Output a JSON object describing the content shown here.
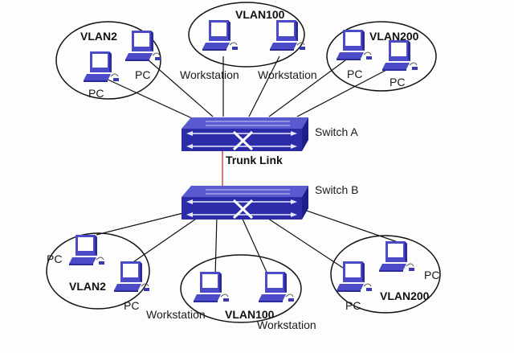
{
  "colors": {
    "device_blue": "#4b4bc8",
    "device_dark": "#2a2a9a",
    "screen": "#ffffff",
    "switch_top": "#5a5ad0",
    "switch_front": "#2c2ca8",
    "trunk_line": "#c0504d",
    "line": "#111111"
  },
  "switches": [
    {
      "id": "A",
      "label": "Switch A"
    },
    {
      "id": "B",
      "label": "Switch B"
    }
  ],
  "trunk": {
    "label": "Trunk Link"
  },
  "top_groups": [
    {
      "vlan": "VLAN2",
      "devices": [
        "PC",
        "PC"
      ]
    },
    {
      "vlan": "VLAN100",
      "devices": [
        "Workstation",
        "Workstation"
      ]
    },
    {
      "vlan": "VLAN200",
      "devices": [
        "PC",
        "PC"
      ]
    }
  ],
  "bottom_groups": [
    {
      "vlan": "VLAN2",
      "devices": [
        "PC",
        "PC"
      ]
    },
    {
      "vlan": "VLAN100",
      "devices": [
        "Workstation",
        "Workstation"
      ]
    },
    {
      "vlan": "VLAN200",
      "devices": [
        "PC",
        "PC"
      ]
    }
  ]
}
